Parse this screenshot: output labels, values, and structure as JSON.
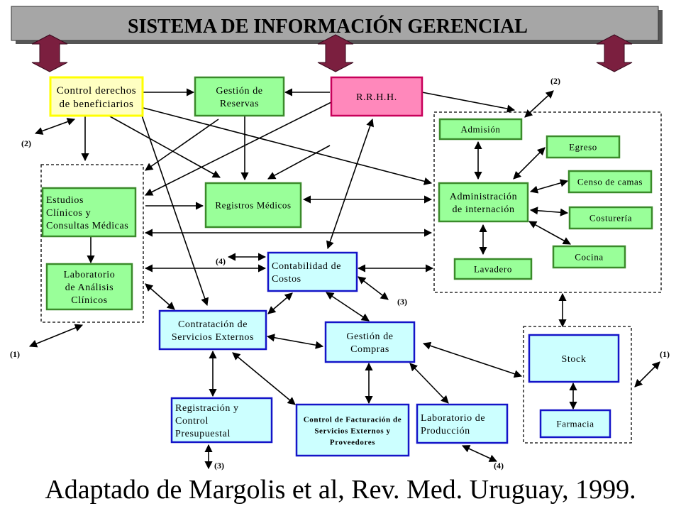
{
  "title": "SISTEMA DE INFORMACIÓN GERENCIAL",
  "caption": "Adaptado de Margolis et al, Rev. Med. Uruguay, 1999.",
  "colors": {
    "title_fill": "#a6a6a6",
    "banner_arrow": "#7b1f3f",
    "green": "#99ff99",
    "green_border": "#3a8a2a",
    "cyan": "#ccffff",
    "blue_border": "#1414c8",
    "yellow": "#ffffc2",
    "yellow_border": "#ffff00",
    "pink": "#ff88bb",
    "pink_border": "#c8005a"
  },
  "boxes": {
    "control": [
      "Control derechos",
      "de beneficiarios"
    ],
    "reservas": [
      "Gestión de",
      "Reservas"
    ],
    "rrhh": [
      "R.R.H.H."
    ],
    "admision": [
      "Admisión"
    ],
    "egreso": [
      "Egreso"
    ],
    "internacion": [
      "Administración",
      "de internación"
    ],
    "censo": [
      "Censo de camas"
    ],
    "costureria": [
      "Costurería"
    ],
    "cocina": [
      "Cocina"
    ],
    "lavadero": [
      "Lavadero"
    ],
    "estudios": [
      "Estudios",
      " Clínicos y",
      " Consultas Médicas"
    ],
    "laboratorio": [
      "Laboratorio",
      "de Análisis",
      "Clínicos"
    ],
    "registros": [
      "Registros Médicos"
    ],
    "contabilidad": [
      "Contabilidad de",
      "Costos"
    ],
    "contratacion": [
      "Contratación de",
      "Servicios Externos"
    ],
    "compras": [
      "Gestión de",
      "Compras"
    ],
    "stock": [
      "Stock"
    ],
    "farmacia": [
      "Farmacia"
    ],
    "registracion": [
      "Registración y",
      "Control",
      "Presupuestal"
    ],
    "facturacion": [
      "Control de Facturación de",
      "Servicios Externos y",
      "Proveedores"
    ],
    "labprod": [
      "Laboratorio de",
      "Producción"
    ]
  },
  "refs": {
    "r2_top": "(2)",
    "r2_left": "(2)",
    "r4_mid": "(4)",
    "r3_mid": "(3)",
    "r1_left": "(1)",
    "r1_right": "(1)",
    "r3_bottom": "(3)",
    "r4_bottom": "(4)"
  }
}
